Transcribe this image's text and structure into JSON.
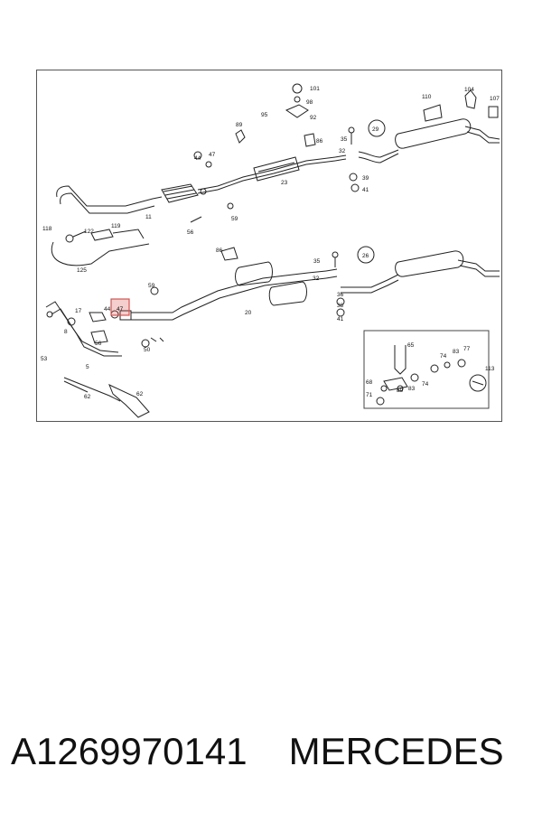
{
  "diagram": {
    "part_labels": {
      "p101": "101",
      "p98": "98",
      "p92": "92",
      "p95": "95",
      "p89": "89",
      "p86a": "86",
      "p110": "110",
      "p104": "104",
      "p107": "107",
      "p35a": "35",
      "p29": "29",
      "p32a": "32",
      "p39a": "39",
      "p41a": "41",
      "p44a": "44",
      "p47a": "47",
      "p23": "23",
      "p11": "11",
      "p56a": "56",
      "p59a": "59",
      "p118": "118",
      "p122": "122",
      "p119": "119",
      "p125": "125",
      "p86b": "86",
      "p35b": "35",
      "p26": "26",
      "p32b": "32",
      "p36": "36",
      "p38": "38",
      "p41b": "41",
      "p59b": "59",
      "p47b": "47",
      "p44b": "44",
      "p17": "17",
      "p20": "20",
      "p8": "8",
      "p56b": "56",
      "p50": "50",
      "p53": "53",
      "p5": "5",
      "p62a": "62",
      "p62b": "62",
      "p65": "65",
      "p74a": "74",
      "p83a": "83",
      "p77": "77",
      "p113": "113",
      "p68": "68",
      "p80": "80",
      "p83b": "83",
      "p74b": "74",
      "p71": "71"
    },
    "highlight_color": "#d9534f"
  },
  "caption": {
    "part_number": "A1269970141",
    "brand": "MERCEDES"
  }
}
